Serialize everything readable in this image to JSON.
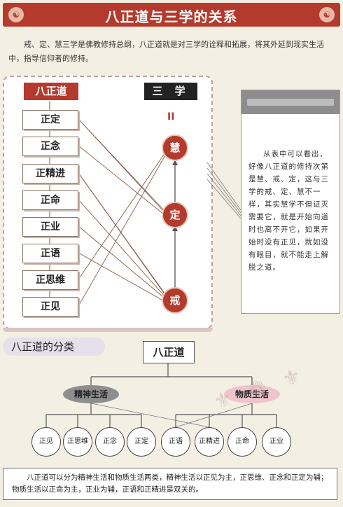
{
  "banner": {
    "title": "八正道与三学的关系",
    "deco_left": "☯",
    "deco_right": "☯"
  },
  "intro": "戒、定、慧三学是佛教修持总纲，八正道就是对三学的诠释和拓展，将其外延到现实生活中，指导信仰者的修持。",
  "left_header": "八正道",
  "right_header": "三 学",
  "equals": "II",
  "eightfold": [
    "正定",
    "正念",
    "正精进",
    "正命",
    "正业",
    "正语",
    "正思维",
    "正见"
  ],
  "three_learnings": [
    "慧",
    "定",
    "戒"
  ],
  "sidebar_text": "从表中可以看出，好像八正道的修持次第是慧、戒、定，这与三学的戒、定、慧不一样，其实慧学不但证灭需要它，就是开始向道时也离不开它，如果开始时没有正见，就如没有眼目，就不能走上解脱之道。",
  "section2": {
    "title": "八正道的分类",
    "root": "八正道"
  },
  "categories": [
    {
      "label": "精神生活"
    },
    {
      "label": "物质生活"
    }
  ],
  "leaves": [
    "正见",
    "正思维",
    "正念",
    "正定",
    "正语",
    "正精进",
    "正命",
    "正业"
  ],
  "note": "八正道可以分为精神生活和物质生活两类，精神生活以正见为主，正思维、正念和正定为辅；物质生活以正命为主，正业为辅，正语和正精进是双关的。",
  "colors": {
    "accent": "#b43a2e",
    "gray_oval": "#8e8e8e",
    "pink_oval": "#efc4cc"
  }
}
